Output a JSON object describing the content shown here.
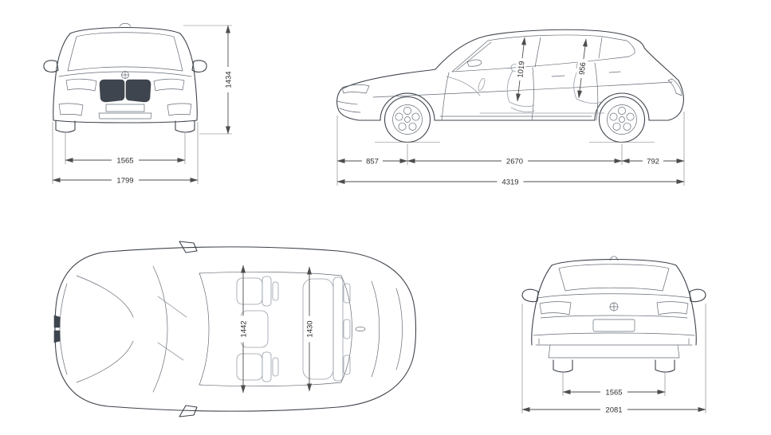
{
  "diagram": {
    "title": "car-dimensions",
    "colors": {
      "line": "#3e444c",
      "dimension": "#4d4d4d",
      "background": "#ffffff"
    }
  },
  "views": {
    "front": {
      "height": "1434",
      "track": "1565",
      "overall_width": "1799"
    },
    "side": {
      "front_headroom": "1019",
      "rear_headroom": "956",
      "front_overhang": "857",
      "wheelbase": "2670",
      "rear_overhang": "792",
      "overall_length": "4319"
    },
    "top": {
      "front_interior_width": "1442",
      "rear_interior_width": "1430"
    },
    "rear": {
      "track": "1565",
      "width_incl_mirrors": "2081"
    }
  }
}
